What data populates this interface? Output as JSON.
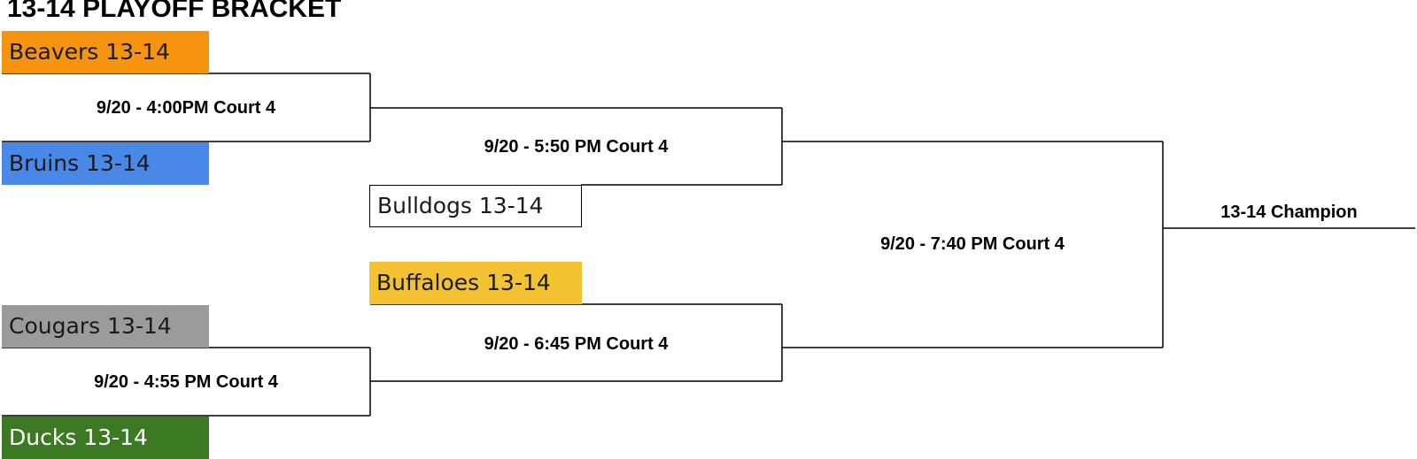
{
  "title": "13-14 PLAYOFF BRACKET",
  "teams": {
    "beavers": {
      "name": "Beavers 13-14",
      "color": "#f7940f",
      "text": "#1a1a1a"
    },
    "bruins": {
      "name": "Bruins 13-14",
      "color": "#4a88e8",
      "text": "#1a1a1a"
    },
    "bulldogs": {
      "name": "Bulldogs 13-14",
      "color": "#ffffff",
      "text": "#1a1a1a"
    },
    "buffaloes": {
      "name": "Buffaloes 13-14",
      "color": "#f2c232",
      "text": "#1a1a1a"
    },
    "cougars": {
      "name": "Cougars 13-14",
      "color": "#9b9b9b",
      "text": "#1a1a1a"
    },
    "ducks": {
      "name": "Ducks 13-14",
      "color": "#3b7a22",
      "text": "#ffffff"
    }
  },
  "games": {
    "game1": "9/20 - 4:00PM Court 4",
    "game2": "9/20 - 5:50 PM Court 4",
    "game3": "9/20 - 4:55 PM Court 4",
    "game4": "9/20 - 6:45 PM Court 4",
    "final": "9/20 - 7:40 PM Court 4",
    "champion": "13-14 Champion"
  }
}
